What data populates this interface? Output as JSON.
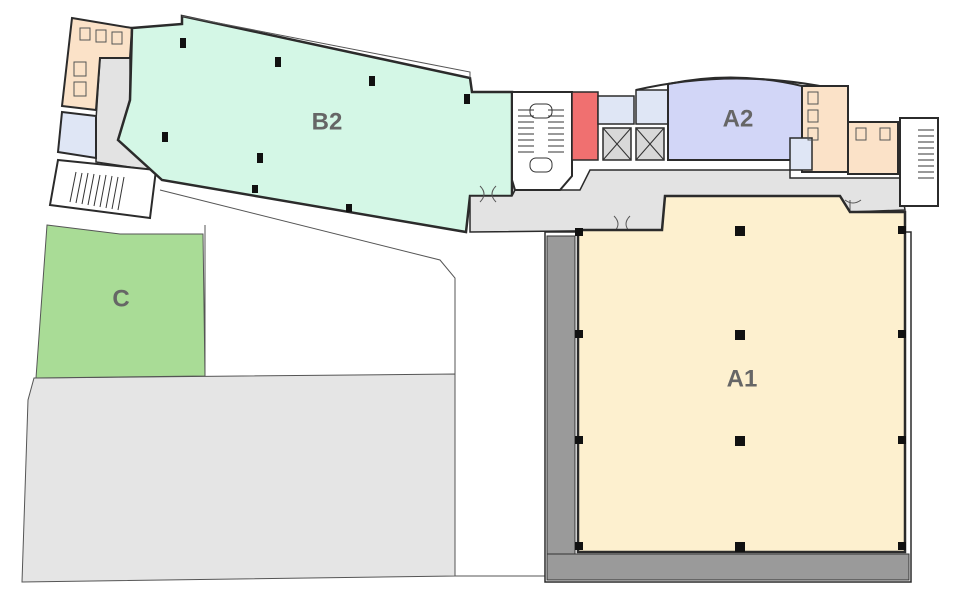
{
  "plan": {
    "rooms": [
      {
        "id": "b2",
        "label": "B2",
        "fill": "#d4f7e6"
      },
      {
        "id": "a2",
        "label": "A2",
        "fill": "#d2d6f7"
      },
      {
        "id": "c",
        "label": "C",
        "fill": "#a9dc96"
      },
      {
        "id": "a1",
        "label": "A1",
        "fill": "#fdf0cf"
      }
    ],
    "colors": {
      "wall": "#2b2b2b",
      "corridor": "#e3e3e3",
      "parking": "#e5e5e5",
      "wc": "#fbe2c8",
      "stair_red": "#f07070",
      "service_blue": "#dfe6f5"
    }
  }
}
